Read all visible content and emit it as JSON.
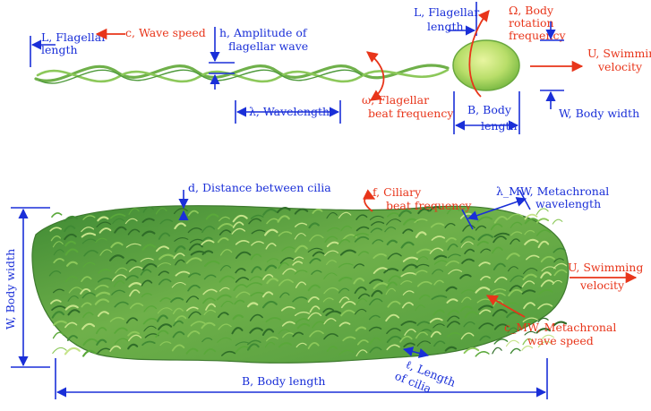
{
  "top": {
    "flagellar_length_left": [
      "L, Flagellar",
      "length"
    ],
    "wave_speed": "c, Wave speed",
    "amplitude": [
      "h, Amplitude of",
      "flagellar wave"
    ],
    "wavelength": "λ, Wavelength",
    "beat_frequency": [
      "ω, Flagellar",
      "beat frequency"
    ],
    "flagellar_length_right": [
      "L, Flagellar",
      "length"
    ],
    "body_rotation": [
      "Ω, Body",
      "rotation",
      "frequency"
    ],
    "swimming_velocity": [
      "U, Swimming",
      "velocity"
    ],
    "body_length": [
      "B, Body",
      "length"
    ],
    "body_width": "W, Body width"
  },
  "bottom": {
    "cilia_distance": "d, Distance between cilia",
    "ciliary_frequency": [
      "f, Ciliary",
      "beat frequency"
    ],
    "metachronal_wavelength": [
      "λ_MW, Metachronal",
      "wavelength"
    ],
    "body_width": "W, Body width",
    "swimming_velocity": [
      "U, Swimming",
      "velocity"
    ],
    "metachronal_speed": [
      "c_MW, Metachronal",
      "wave speed"
    ],
    "cilia_length": [
      "ℓ, Length",
      "of cilia"
    ],
    "body_length": "B, Body length"
  },
  "colors": {
    "length_quantity": "#1a2fd8",
    "rate_quantity": "#e8351a",
    "organism": "#5aa83a"
  }
}
